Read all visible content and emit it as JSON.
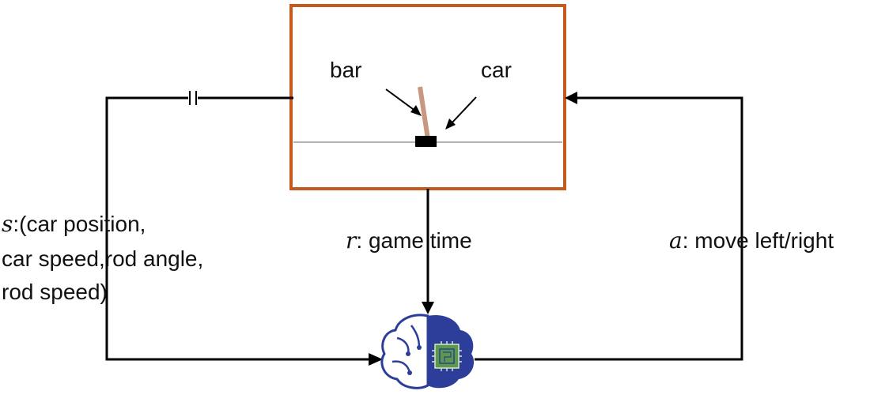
{
  "env": {
    "bar_label": "bar",
    "car_label": "car",
    "frame_color": "#c55a1e",
    "bar_color": "#c9967f",
    "car_color": "#000000"
  },
  "state": {
    "symbol": "s",
    "text_line1": ":(car position,",
    "text_line2": "car speed,rod angle,",
    "text_line3": "rod speed)"
  },
  "reward": {
    "symbol": "r",
    "text": ": game time"
  },
  "action": {
    "symbol": "a",
    "text": ": move left/right"
  },
  "agent": {
    "icon": "brain-chip-icon",
    "left_color": "#ffffff",
    "right_color": "#2c3e9a",
    "outline_color": "#2c3e9a",
    "chip_color": "#5a9a4a"
  }
}
